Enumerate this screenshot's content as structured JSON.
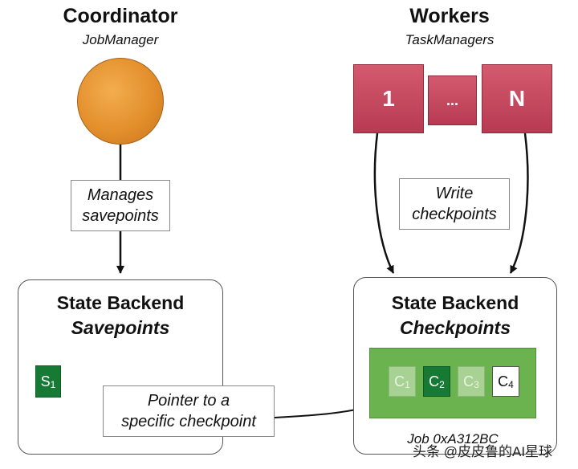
{
  "coordinator": {
    "title": "Coordinator",
    "subtitle": "JobManager"
  },
  "workers": {
    "title": "Workers",
    "subtitle": "TaskManagers",
    "items": [
      "1",
      "...",
      "N"
    ]
  },
  "manages_label": [
    "Manages",
    "savepoints"
  ],
  "write_label": [
    "Write",
    "checkpoints"
  ],
  "savepoint_backend": {
    "title": "State Backend",
    "subtitle": "Savepoints",
    "savepoint": {
      "letter": "S",
      "index": "1"
    }
  },
  "checkpoint_backend": {
    "title": "State Backend",
    "subtitle": "Checkpoints",
    "job_label": "Job 0xA312BC",
    "checkpoints": [
      {
        "letter": "C",
        "index": "1",
        "state": "faded"
      },
      {
        "letter": "C",
        "index": "2",
        "state": "selected"
      },
      {
        "letter": "C",
        "index": "3",
        "state": "faded"
      },
      {
        "letter": "C",
        "index": "4",
        "state": "latest"
      }
    ]
  },
  "pointer_label": [
    "Pointer to a",
    "specific checkpoint"
  ],
  "watermark": "头条 @皮皮鲁的AI星球",
  "colors": {
    "coordinator": "#e38f2c",
    "worker": "#c4455c",
    "job": "#6ab34f",
    "checkpoint_dark": "#167a35",
    "checkpoint_faded": "#a8d294"
  }
}
